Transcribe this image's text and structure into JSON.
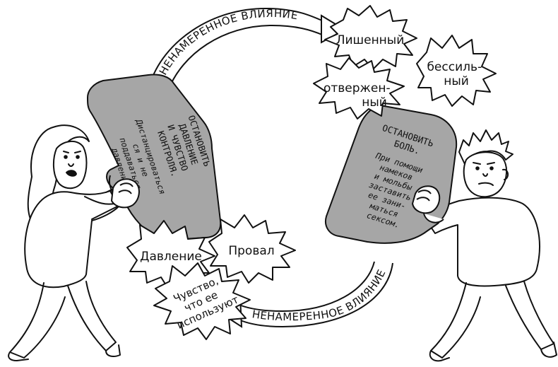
{
  "arrows": {
    "top_label": "НЕНАМЕРЕННОЕ ВЛИЯНИЕ",
    "bottom_label": "НЕНАМЕРЕННОЕ ВЛИЯНИЕ"
  },
  "left_panel": {
    "title": [
      "ОСТАНОВИТЬ",
      "ДАВЛЕНИЕ",
      "И ЧУВСТВО",
      "КОНТРОЛЯ."
    ],
    "body": [
      "Дистанцироваться",
      "ся и не",
      "поддаваться",
      "давлению."
    ]
  },
  "right_panel": {
    "title": [
      "ОСТАНОВИТЬ",
      "БОЛЬ."
    ],
    "body": [
      "При помощи",
      "намеков",
      "и мольбы",
      "заставить",
      "ее зани-",
      "маться",
      "сексом."
    ]
  },
  "bursts": {
    "lishenny": "Лишенный",
    "bessilny": [
      "бессиль-",
      "ный"
    ],
    "otverzhenny": [
      "отвержен-",
      "ный"
    ],
    "davlenie": "Давление",
    "proval": "Провал",
    "chuvstvo": [
      "Чувство,",
      "что ее",
      "используют"
    ]
  },
  "colors": {
    "ink": "#111111",
    "panel_fill": "#a6a6a6",
    "paper": "#ffffff"
  }
}
